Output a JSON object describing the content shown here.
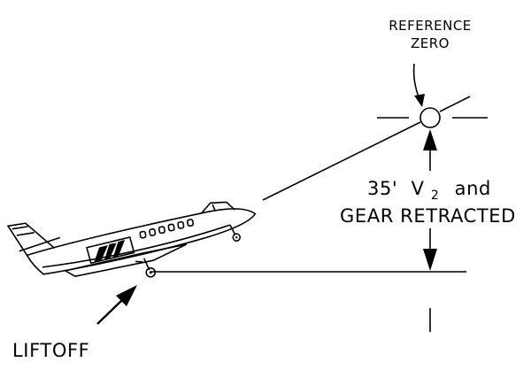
{
  "labels": {
    "reference_zero_line1": "REFERENCE",
    "reference_zero_line2": "ZERO",
    "height": "35'",
    "speed_v": "V",
    "speed_sub": "2",
    "and": "and",
    "gear_retracted": "GEAR RETRACTED",
    "liftoff": "LIFTOFF"
  },
  "colors": {
    "ink": "#000000",
    "background": "#ffffff"
  },
  "icons": {
    "aircraft": "business-jet-takeoff-icon",
    "reference_marker": "circle-target-icon"
  }
}
